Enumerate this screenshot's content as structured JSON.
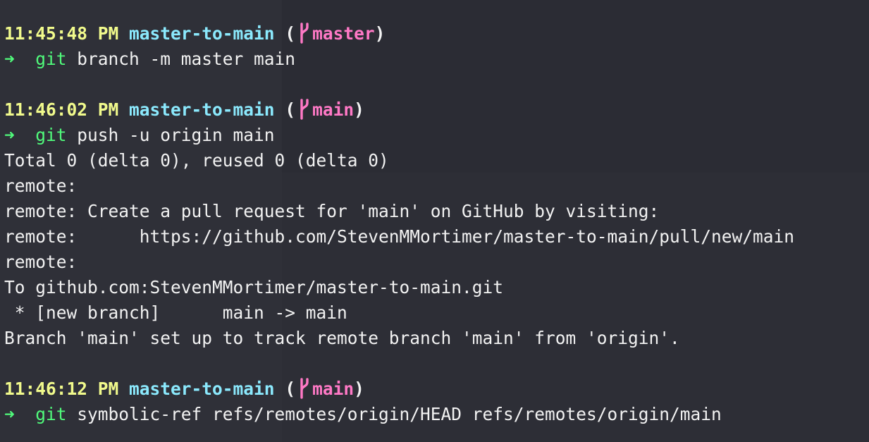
{
  "prompts": [
    {
      "time": "11:45:48 PM",
      "dir": "master-to-main",
      "branch": "master",
      "arrow": "➜",
      "cmd": "git",
      "args": " branch -m master main"
    },
    {
      "time": "11:46:02 PM",
      "dir": "master-to-main",
      "branch": "main",
      "arrow": "➜",
      "cmd": "git",
      "args": " push -u origin main"
    },
    {
      "time": "11:46:12 PM",
      "dir": "master-to-main",
      "branch": "main",
      "arrow": "➜",
      "cmd": "git",
      "args": " symbolic-ref refs/remotes/origin/HEAD refs/remotes/origin/main"
    }
  ],
  "output": [
    "Total 0 (delta 0), reused 0 (delta 0)",
    "remote:",
    "remote: Create a pull request for 'main' on GitHub by visiting:",
    "remote:      https://github.com/StevenMMortimer/master-to-main/pull/new/main",
    "remote:",
    "To github.com:StevenMMortimer/master-to-main.git",
    " * [new branch]      main -> main",
    "Branch 'main' set up to track remote branch 'main' from 'origin'."
  ],
  "theme": {
    "time": "#f1fa8c",
    "dir": "#8be9fd",
    "branch": "#ff79c6",
    "command": "#50fa7b",
    "text": "#f2f2f2",
    "background": "#2b2c34"
  },
  "icons": {
    "branch_icon": "git-branch-icon"
  }
}
